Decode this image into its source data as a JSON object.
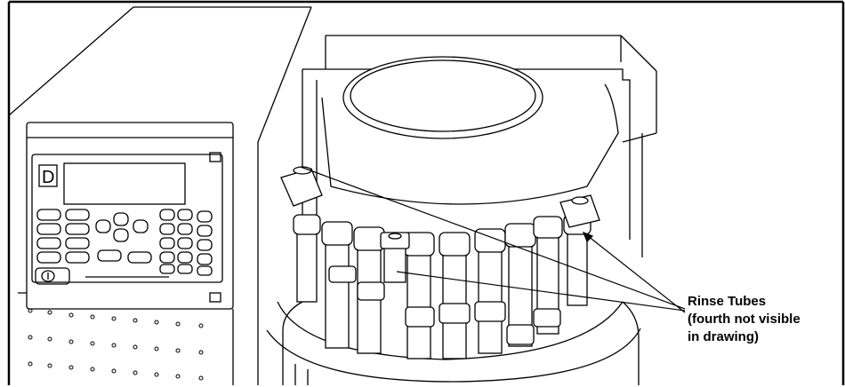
{
  "callout": {
    "line1": "Rinse Tubes",
    "line2": "(fourth not visible",
    "line3": "in drawing)"
  },
  "colors": {
    "ink": "#000000",
    "paper": "#ffffff",
    "shade": "#e8e8e8"
  }
}
